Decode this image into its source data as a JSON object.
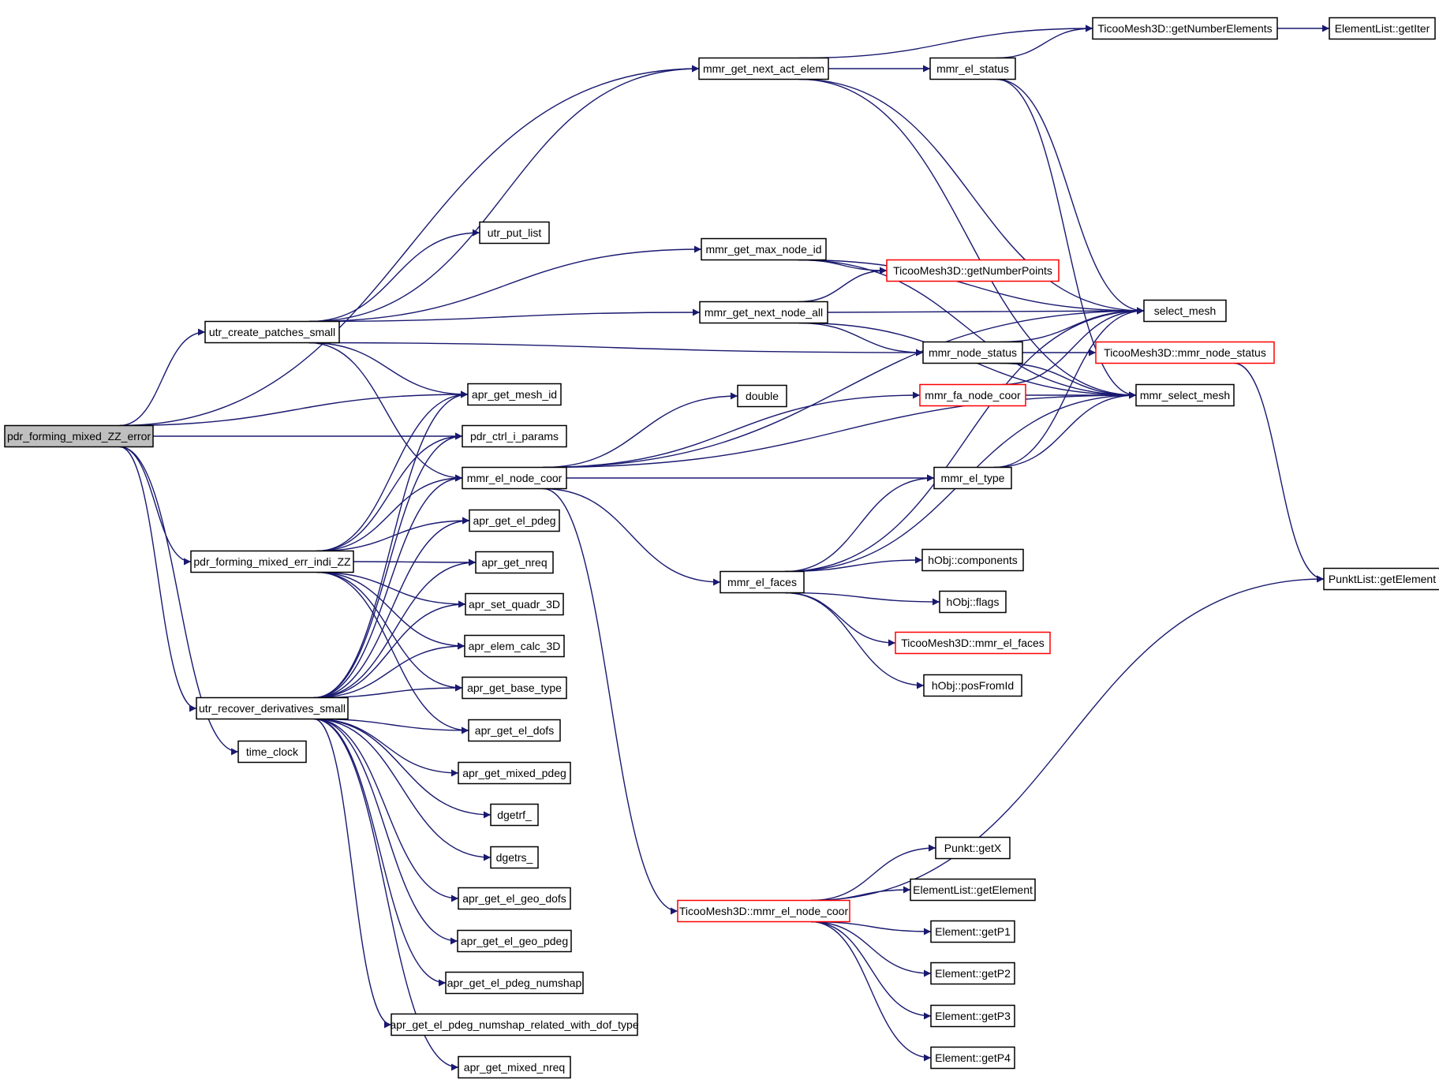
{
  "colors": {
    "edge": "#191970",
    "node_border": "#000000",
    "node_border_truncated": "#ff0000",
    "node_fill": "#ffffff",
    "root_fill": "#bfbfbf"
  },
  "nodes": [
    {
      "id": "pdr_forming_mixed_ZZ_error",
      "label": "pdr_forming_mixed_ZZ_error",
      "root": true
    },
    {
      "id": "utr_create_patches_small",
      "label": "utr_create_patches_small"
    },
    {
      "id": "pdr_forming_mixed_err_indi_ZZ",
      "label": "pdr_forming_mixed_err_indi_ZZ"
    },
    {
      "id": "utr_recover_derivatives_small",
      "label": "utr_recover_derivatives_small"
    },
    {
      "id": "time_clock",
      "label": "time_clock"
    },
    {
      "id": "mmr_get_next_act_elem",
      "label": "mmr_get_next_act_elem"
    },
    {
      "id": "utr_put_list",
      "label": "utr_put_list"
    },
    {
      "id": "mmr_get_max_node_id",
      "label": "mmr_get_max_node_id"
    },
    {
      "id": "mmr_get_next_node_all",
      "label": "mmr_get_next_node_all"
    },
    {
      "id": "apr_get_mesh_id",
      "label": "apr_get_mesh_id"
    },
    {
      "id": "pdr_ctrl_i_params",
      "label": "pdr_ctrl_i_params"
    },
    {
      "id": "mmr_el_node_coor",
      "label": "mmr_el_node_coor"
    },
    {
      "id": "double",
      "label": "double"
    },
    {
      "id": "apr_get_el_pdeg",
      "label": "apr_get_el_pdeg"
    },
    {
      "id": "apr_get_nreq",
      "label": "apr_get_nreq"
    },
    {
      "id": "apr_set_quadr_3D",
      "label": "apr_set_quadr_3D"
    },
    {
      "id": "apr_elem_calc_3D",
      "label": "apr_elem_calc_3D"
    },
    {
      "id": "apr_get_base_type",
      "label": "apr_get_base_type"
    },
    {
      "id": "apr_get_el_dofs",
      "label": "apr_get_el_dofs"
    },
    {
      "id": "apr_get_mixed_pdeg",
      "label": "apr_get_mixed_pdeg"
    },
    {
      "id": "dgetrf_",
      "label": "dgetrf_"
    },
    {
      "id": "dgetrs_",
      "label": "dgetrs_"
    },
    {
      "id": "apr_get_el_geo_dofs",
      "label": "apr_get_el_geo_dofs"
    },
    {
      "id": "apr_get_el_geo_pdeg",
      "label": "apr_get_el_geo_pdeg"
    },
    {
      "id": "apr_get_el_pdeg_numshap",
      "label": "apr_get_el_pdeg_numshap"
    },
    {
      "id": "apr_get_el_pdeg_numshap_related_with_dof_type",
      "label": "apr_get_el_pdeg_numshap_related_with_dof_type"
    },
    {
      "id": "apr_get_mixed_nreq",
      "label": "apr_get_mixed_nreq"
    },
    {
      "id": "mmr_el_status",
      "label": "mmr_el_status"
    },
    {
      "id": "TicooMesh3D_getNumberElements",
      "label": "TicooMesh3D::getNumberElements"
    },
    {
      "id": "ElementList_getIter",
      "label": "ElementList::getIter"
    },
    {
      "id": "TicooMesh3D_getNumberPoints",
      "label": "TicooMesh3D::getNumberPoints",
      "truncated": true
    },
    {
      "id": "select_mesh",
      "label": "select_mesh"
    },
    {
      "id": "mmr_node_status",
      "label": "mmr_node_status"
    },
    {
      "id": "TicooMesh3D_mmr_node_status",
      "label": "TicooMesh3D::mmr_node_status",
      "truncated": true
    },
    {
      "id": "mmr_fa_node_coor",
      "label": "mmr_fa_node_coor",
      "truncated": true
    },
    {
      "id": "mmr_select_mesh",
      "label": "mmr_select_mesh"
    },
    {
      "id": "mmr_el_type",
      "label": "mmr_el_type"
    },
    {
      "id": "mmr_el_faces",
      "label": "mmr_el_faces"
    },
    {
      "id": "hObj_components",
      "label": "hObj::components"
    },
    {
      "id": "hObj_flags",
      "label": "hObj::flags"
    },
    {
      "id": "TicooMesh3D_mmr_el_faces",
      "label": "TicooMesh3D::mmr_el_faces",
      "truncated": true
    },
    {
      "id": "hObj_posFromId",
      "label": "hObj::posFromId"
    },
    {
      "id": "PunktList_getElement",
      "label": "PunktList::getElement"
    },
    {
      "id": "TicooMesh3D_mmr_el_node_coor",
      "label": "TicooMesh3D::mmr_el_node_coor",
      "truncated": true
    },
    {
      "id": "Punkt_getX",
      "label": "Punkt::getX"
    },
    {
      "id": "ElementList_getElement",
      "label": "ElementList::getElement"
    },
    {
      "id": "Element_getP1",
      "label": "Element::getP1"
    },
    {
      "id": "Element_getP2",
      "label": "Element::getP2"
    },
    {
      "id": "Element_getP3",
      "label": "Element::getP3"
    },
    {
      "id": "Element_getP4",
      "label": "Element::getP4"
    }
  ],
  "edges": [
    [
      "pdr_forming_mixed_ZZ_error",
      "mmr_get_next_act_elem"
    ],
    [
      "pdr_forming_mixed_ZZ_error",
      "utr_create_patches_small"
    ],
    [
      "pdr_forming_mixed_ZZ_error",
      "apr_get_mesh_id"
    ],
    [
      "pdr_forming_mixed_ZZ_error",
      "pdr_ctrl_i_params"
    ],
    [
      "pdr_forming_mixed_ZZ_error",
      "pdr_forming_mixed_err_indi_ZZ"
    ],
    [
      "pdr_forming_mixed_ZZ_error",
      "utr_recover_derivatives_small"
    ],
    [
      "pdr_forming_mixed_ZZ_error",
      "time_clock"
    ],
    [
      "utr_create_patches_small",
      "mmr_get_next_act_elem"
    ],
    [
      "utr_create_patches_small",
      "utr_put_list"
    ],
    [
      "utr_create_patches_small",
      "mmr_get_max_node_id"
    ],
    [
      "utr_create_patches_small",
      "mmr_get_next_node_all"
    ],
    [
      "utr_create_patches_small",
      "mmr_node_status"
    ],
    [
      "utr_create_patches_small",
      "apr_get_mesh_id"
    ],
    [
      "utr_create_patches_small",
      "mmr_el_node_coor"
    ],
    [
      "pdr_forming_mixed_err_indi_ZZ",
      "apr_get_mesh_id"
    ],
    [
      "pdr_forming_mixed_err_indi_ZZ",
      "pdr_ctrl_i_params"
    ],
    [
      "pdr_forming_mixed_err_indi_ZZ",
      "mmr_el_node_coor"
    ],
    [
      "pdr_forming_mixed_err_indi_ZZ",
      "apr_get_el_pdeg"
    ],
    [
      "pdr_forming_mixed_err_indi_ZZ",
      "apr_get_nreq"
    ],
    [
      "pdr_forming_mixed_err_indi_ZZ",
      "apr_set_quadr_3D"
    ],
    [
      "pdr_forming_mixed_err_indi_ZZ",
      "apr_elem_calc_3D"
    ],
    [
      "pdr_forming_mixed_err_indi_ZZ",
      "apr_get_base_type"
    ],
    [
      "pdr_forming_mixed_err_indi_ZZ",
      "apr_get_el_dofs"
    ],
    [
      "utr_recover_derivatives_small",
      "apr_get_mesh_id"
    ],
    [
      "utr_recover_derivatives_small",
      "pdr_ctrl_i_params"
    ],
    [
      "utr_recover_derivatives_small",
      "mmr_el_node_coor"
    ],
    [
      "utr_recover_derivatives_small",
      "apr_get_el_pdeg"
    ],
    [
      "utr_recover_derivatives_small",
      "apr_get_nreq"
    ],
    [
      "utr_recover_derivatives_small",
      "apr_set_quadr_3D"
    ],
    [
      "utr_recover_derivatives_small",
      "apr_elem_calc_3D"
    ],
    [
      "utr_recover_derivatives_small",
      "apr_get_base_type"
    ],
    [
      "utr_recover_derivatives_small",
      "apr_get_el_dofs"
    ],
    [
      "utr_recover_derivatives_small",
      "apr_get_mixed_pdeg"
    ],
    [
      "utr_recover_derivatives_small",
      "dgetrf_"
    ],
    [
      "utr_recover_derivatives_small",
      "dgetrs_"
    ],
    [
      "utr_recover_derivatives_small",
      "apr_get_el_geo_dofs"
    ],
    [
      "utr_recover_derivatives_small",
      "apr_get_el_geo_pdeg"
    ],
    [
      "utr_recover_derivatives_small",
      "apr_get_el_pdeg_numshap"
    ],
    [
      "utr_recover_derivatives_small",
      "apr_get_el_pdeg_numshap_related_with_dof_type"
    ],
    [
      "utr_recover_derivatives_small",
      "apr_get_mixed_nreq"
    ],
    [
      "mmr_get_next_act_elem",
      "TicooMesh3D_getNumberElements"
    ],
    [
      "mmr_get_next_act_elem",
      "mmr_el_status"
    ],
    [
      "mmr_get_next_act_elem",
      "select_mesh"
    ],
    [
      "mmr_get_next_act_elem",
      "mmr_select_mesh"
    ],
    [
      "mmr_el_status",
      "TicooMesh3D_getNumberElements"
    ],
    [
      "mmr_el_status",
      "select_mesh"
    ],
    [
      "mmr_el_status",
      "mmr_select_mesh"
    ],
    [
      "TicooMesh3D_getNumberElements",
      "ElementList_getIter"
    ],
    [
      "mmr_get_max_node_id",
      "TicooMesh3D_getNumberPoints"
    ],
    [
      "mmr_get_max_node_id",
      "select_mesh"
    ],
    [
      "mmr_get_max_node_id",
      "mmr_select_mesh"
    ],
    [
      "mmr_get_next_node_all",
      "TicooMesh3D_getNumberPoints"
    ],
    [
      "mmr_get_next_node_all",
      "select_mesh"
    ],
    [
      "mmr_get_next_node_all",
      "mmr_node_status"
    ],
    [
      "mmr_get_next_node_all",
      "mmr_select_mesh"
    ],
    [
      "mmr_node_status",
      "select_mesh"
    ],
    [
      "mmr_node_status",
      "TicooMesh3D_mmr_node_status"
    ],
    [
      "mmr_node_status",
      "mmr_select_mesh"
    ],
    [
      "TicooMesh3D_mmr_node_status",
      "PunktList_getElement"
    ],
    [
      "mmr_fa_node_coor",
      "select_mesh"
    ],
    [
      "mmr_fa_node_coor",
      "mmr_select_mesh"
    ],
    [
      "mmr_el_node_coor",
      "select_mesh"
    ],
    [
      "mmr_el_node_coor",
      "double"
    ],
    [
      "mmr_el_node_coor",
      "mmr_fa_node_coor"
    ],
    [
      "mmr_el_node_coor",
      "mmr_el_type"
    ],
    [
      "mmr_el_node_coor",
      "mmr_el_faces"
    ],
    [
      "mmr_el_node_coor",
      "mmr_select_mesh"
    ],
    [
      "mmr_el_node_coor",
      "TicooMesh3D_mmr_el_node_coor"
    ],
    [
      "mmr_el_type",
      "select_mesh"
    ],
    [
      "mmr_el_type",
      "mmr_select_mesh"
    ],
    [
      "mmr_el_faces",
      "mmr_el_type"
    ],
    [
      "mmr_el_faces",
      "select_mesh"
    ],
    [
      "mmr_el_faces",
      "hObj_components"
    ],
    [
      "mmr_el_faces",
      "hObj_flags"
    ],
    [
      "mmr_el_faces",
      "TicooMesh3D_mmr_el_faces"
    ],
    [
      "mmr_el_faces",
      "hObj_posFromId"
    ],
    [
      "mmr_el_faces",
      "mmr_select_mesh"
    ],
    [
      "TicooMesh3D_mmr_el_node_coor",
      "PunktList_getElement"
    ],
    [
      "TicooMesh3D_mmr_el_node_coor",
      "Punkt_getX"
    ],
    [
      "TicooMesh3D_mmr_el_node_coor",
      "ElementList_getElement"
    ],
    [
      "TicooMesh3D_mmr_el_node_coor",
      "Element_getP1"
    ],
    [
      "TicooMesh3D_mmr_el_node_coor",
      "Element_getP2"
    ],
    [
      "TicooMesh3D_mmr_el_node_coor",
      "Element_getP3"
    ],
    [
      "TicooMesh3D_mmr_el_node_coor",
      "Element_getP4"
    ]
  ]
}
